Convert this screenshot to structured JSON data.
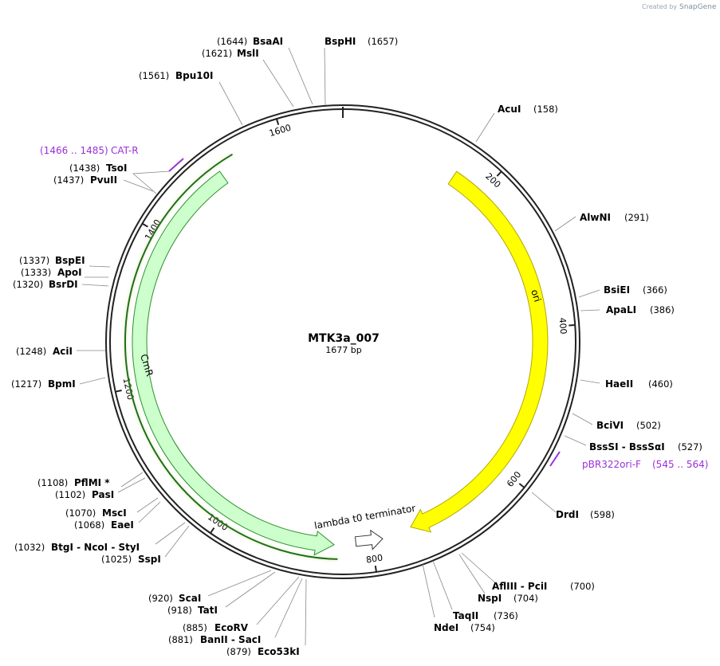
{
  "credit": {
    "prefix": "Created by",
    "brand": "SnapGene"
  },
  "plasmid": {
    "name": "MTK3a_007",
    "length_label": "1677 bp",
    "length": 1677
  },
  "ticks": [
    "200",
    "400",
    "600",
    "800",
    "1000",
    "1200",
    "1400",
    "1600"
  ],
  "sites": [
    {
      "pos": "(1644)",
      "name": "BsaAI"
    },
    {
      "pos": "(1621)",
      "name": "MslI"
    },
    {
      "pos": "(1657)",
      "name": "BspHI"
    },
    {
      "pos": "(1561)",
      "name": "Bpu10I"
    },
    {
      "pos": "(158)",
      "name": "AcuI"
    },
    {
      "pos": "(1438)",
      "name": "TsoI"
    },
    {
      "pos": "(1437)",
      "name": "PvuII"
    },
    {
      "pos": "(291)",
      "name": "AlwNI"
    },
    {
      "pos": "(1337)",
      "name": "BspEI"
    },
    {
      "pos": "(1333)",
      "name": "ApoI"
    },
    {
      "pos": "(1320)",
      "name": "BsrDI"
    },
    {
      "pos": "(366)",
      "name": "BsiEI"
    },
    {
      "pos": "(386)",
      "name": "ApaLI"
    },
    {
      "pos": "(1248)",
      "name": "AciI"
    },
    {
      "pos": "(460)",
      "name": "HaeII"
    },
    {
      "pos": "(1217)",
      "name": "BpmI"
    },
    {
      "pos": "(502)",
      "name": "BciVI"
    },
    {
      "pos": "(527)",
      "name": "BssSI - BssSαI"
    },
    {
      "pos": "(598)",
      "name": "DrdI"
    },
    {
      "pos": "(1108)",
      "name": "PflMI *"
    },
    {
      "pos": "(1102)",
      "name": "PasI"
    },
    {
      "pos": "(1070)",
      "name": "MscI"
    },
    {
      "pos": "(1068)",
      "name": "EaeI"
    },
    {
      "pos": "(1032)",
      "name": "BtgI - NcoI - StyI"
    },
    {
      "pos": "(1025)",
      "name": "SspI"
    },
    {
      "pos": "(700)",
      "name": "AflIII - PciI"
    },
    {
      "pos": "(704)",
      "name": "NspI"
    },
    {
      "pos": "(736)",
      "name": "TaqII"
    },
    {
      "pos": "(754)",
      "name": "NdeI"
    },
    {
      "pos": "(920)",
      "name": "ScaI"
    },
    {
      "pos": "(918)",
      "name": "TatI"
    },
    {
      "pos": "(885)",
      "name": "EcoRV"
    },
    {
      "pos": "(881)",
      "name": "BanII - SacI"
    },
    {
      "pos": "(879)",
      "name": "Eco53kI"
    }
  ],
  "primers": [
    {
      "range": "(1466 .. 1485)",
      "name": "CAT-R"
    },
    {
      "name": "pBR322ori-F",
      "range": "(545 .. 564)"
    }
  ],
  "features": [
    {
      "name": "ori",
      "color": "#ffff00",
      "stroke": "#b4a800",
      "start": 157,
      "end": 745
    },
    {
      "name": "CmR",
      "color": "#ccffcc",
      "stroke": "#2f8f2f",
      "start": 1510,
      "end": 850
    },
    {
      "name": "lambda t0 terminator",
      "color": "#ffffff",
      "stroke": "#333333"
    }
  ],
  "colors": {
    "backbone": "#222222",
    "primer": "#9b30d9",
    "orf_highlight": "#d8f0a0",
    "orf_line": "#1f6e1f"
  }
}
